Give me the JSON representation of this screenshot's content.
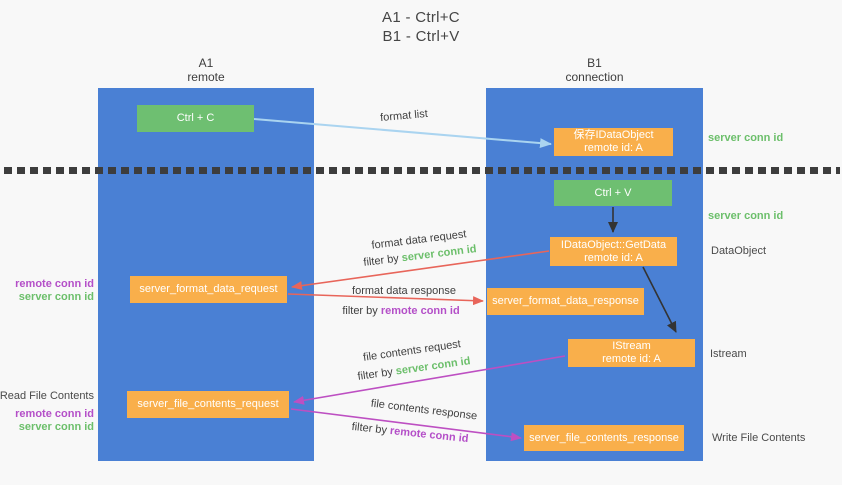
{
  "title": {
    "line1": "A1 - Ctrl+C",
    "line2": "B1 - Ctrl+V"
  },
  "columns": {
    "a1": {
      "label": "A1",
      "sublabel": "remote"
    },
    "b1": {
      "label": "B1",
      "sublabel": "connection"
    }
  },
  "nodes": {
    "ctrl_c": {
      "label": "Ctrl + C"
    },
    "save_idataobject": {
      "line1": "保存IDataObject",
      "line2": "remote id: A"
    },
    "ctrl_v": {
      "label": "Ctrl + V"
    },
    "getdata": {
      "line1": "IDataObject::GetData",
      "line2": "remote id: A"
    },
    "format_request": {
      "label": "server_format_data_request"
    },
    "format_response": {
      "label": "server_format_data_response"
    },
    "istream": {
      "line1": "IStream",
      "line2": "remote id: A"
    },
    "file_request": {
      "label": "server_file_contents_request"
    },
    "file_response": {
      "label": "server_file_contents_response"
    }
  },
  "arrow_labels": {
    "format_list": "format list",
    "format_data_request": "format data request",
    "format_data_response": "format data response",
    "file_contents_request": "file contents request",
    "file_contents_response": "file contents response",
    "filter_by": "filter by",
    "server_conn_id": "server conn id",
    "remote_conn_id": "remote conn id"
  },
  "side_labels": {
    "server_conn_id_top": "server conn id",
    "server_conn_id_mid": "server conn id",
    "dataobject": "DataObject",
    "istream": "Istream",
    "write_file_contents": "Write File Contents",
    "read_file_contents": "Read File Contents",
    "remote_conn_id": "remote conn id",
    "server_conn_id": "server conn id"
  },
  "colors": {
    "background": "#f8f8f8",
    "column_blue": "#4a80d4",
    "box_green": "#6ebf71",
    "box_orange": "#f9af4b",
    "arrow_blue": "#aad4f0",
    "arrow_black": "#333333",
    "arrow_red": "#e8655a",
    "arrow_magenta": "#bd4fc2",
    "label_green": "#6cbf6b",
    "label_purple": "#b44fc8",
    "text_dark": "#404040",
    "dash_color": "#3d3d3d"
  }
}
